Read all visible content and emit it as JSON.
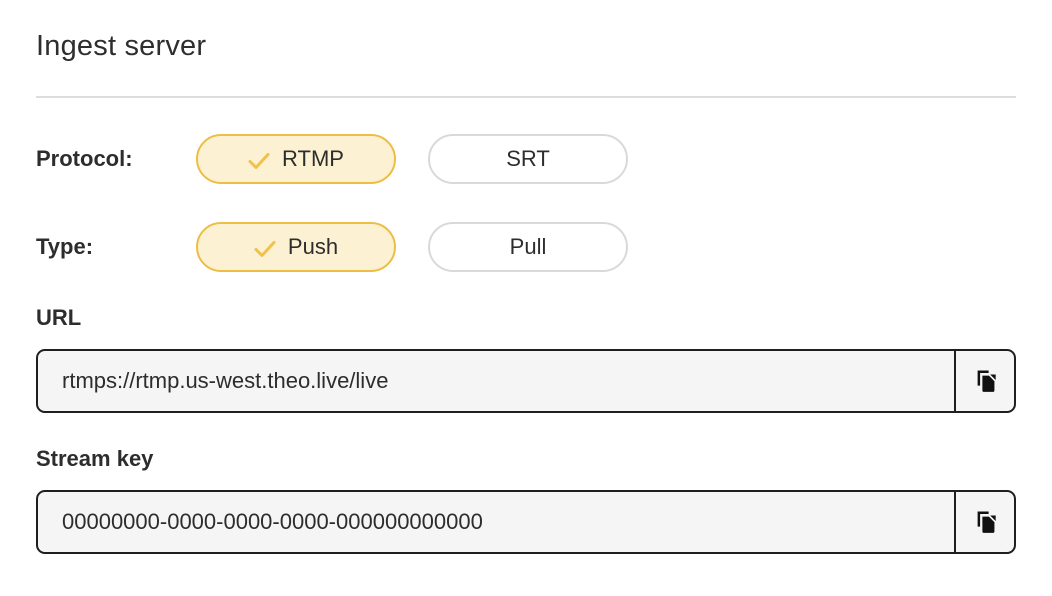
{
  "page": {
    "title": "Ingest server"
  },
  "colors": {
    "accent_border": "#edbe44",
    "accent_fill": "#fcf1d2",
    "check": "#f0c14b",
    "text": "#2d2d2d",
    "input_bg": "#f5f5f5",
    "input_border": "#1f1f1f",
    "unselected_border": "#d9d9d9",
    "divider": "#dcdcdc"
  },
  "protocol": {
    "label": "Protocol:",
    "options": [
      {
        "label": "RTMP",
        "selected": true
      },
      {
        "label": "SRT",
        "selected": false
      }
    ]
  },
  "type": {
    "label": "Type:",
    "options": [
      {
        "label": "Push",
        "selected": true
      },
      {
        "label": "Pull",
        "selected": false
      }
    ]
  },
  "url": {
    "label": "URL",
    "value": "rtmps://rtmp.us-west.theo.live/live",
    "copy_icon": "copy-icon"
  },
  "stream_key": {
    "label": "Stream key",
    "value": "00000000-0000-0000-0000-000000000000",
    "copy_icon": "copy-icon"
  }
}
